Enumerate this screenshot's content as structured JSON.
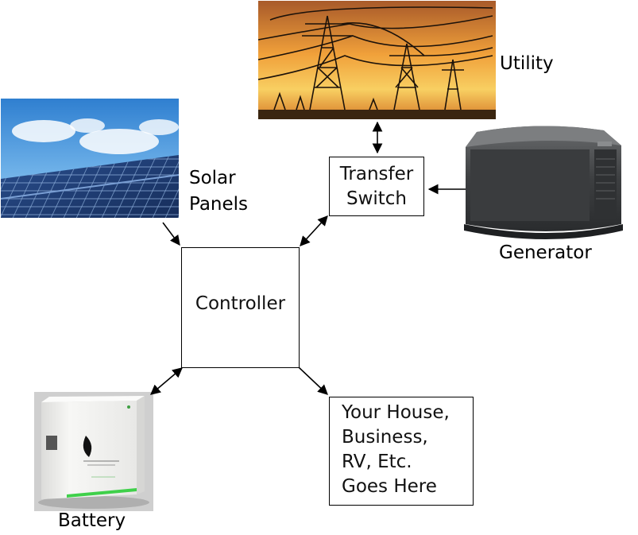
{
  "nodes": {
    "utility": {
      "label": "Utility"
    },
    "solar": {
      "label_line1": "Solar",
      "label_line2": "Panels"
    },
    "transfer_switch": {
      "label_line1": "Transfer",
      "label_line2": "Switch"
    },
    "generator": {
      "label": "Generator"
    },
    "controller": {
      "label": "Controller"
    },
    "battery": {
      "label": "Battery"
    },
    "house": {
      "lines": [
        "Your House,",
        "Business,",
        "RV, Etc.",
        "Goes Here"
      ]
    }
  },
  "colors": {
    "sunset_top": "#f3a43a",
    "sunset_mid": "#f6c25a",
    "sky_blue": "#3d8ed8",
    "panel_blue": "#1f3f7a",
    "generator_gray": "#4a4c4e",
    "battery_white": "#f4f4f2",
    "battery_green": "#3fd04a"
  }
}
